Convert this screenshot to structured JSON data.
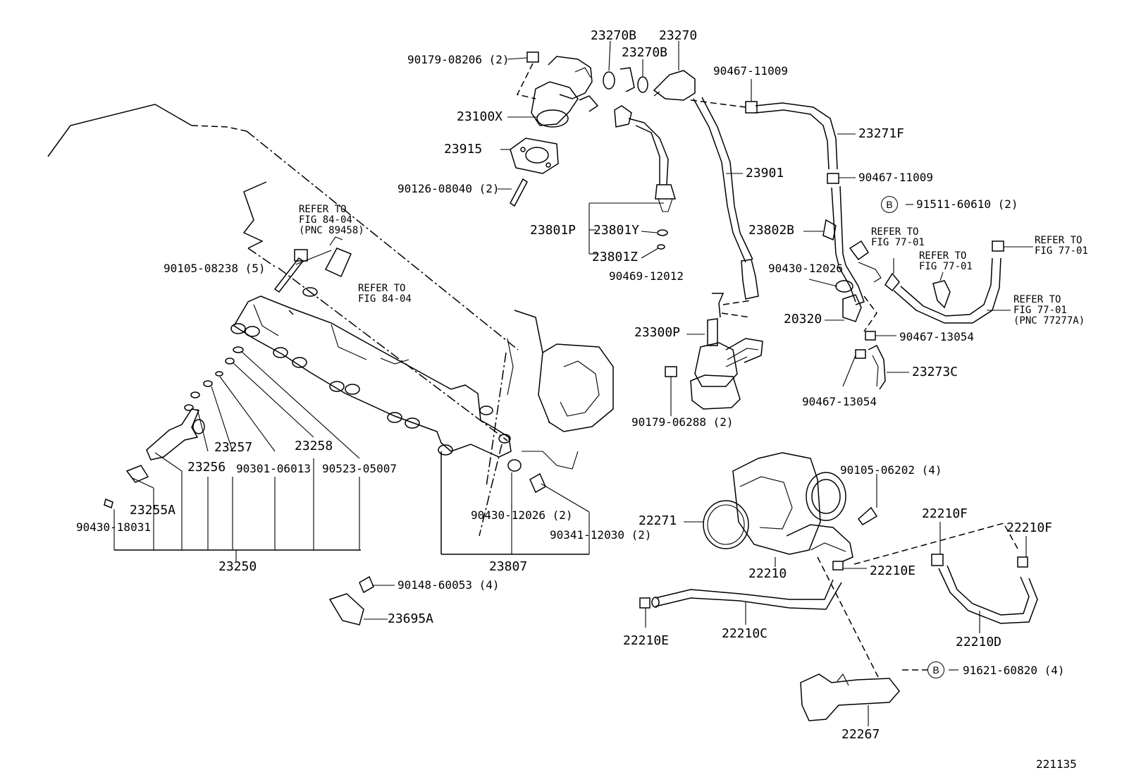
{
  "labels": {
    "l_90179_08206": "90179-08206 (2)",
    "l_23270B_a": "23270B",
    "l_23270": "23270",
    "l_23270B_b": "23270B",
    "l_90467_11009_a": "90467-11009",
    "l_23100X": "23100X",
    "l_23271F": "23271F",
    "l_23915": "23915",
    "l_23901": "23901",
    "l_90467_11009_b": "90467-11009",
    "l_90126_08040": "90126-08040 (2)",
    "l_91511_60610": "91511-60610 (2)",
    "l_refer_84_04_a": "REFER TO\nFIG 84-04\n(PNC 89458)",
    "l_23801P": "23801P",
    "l_23801Y": "23801Y",
    "l_23802B": "23802B",
    "l_refer_77_01_a": "REFER TO\nFIG 77-01",
    "l_refer_77_01_right": "REFER TO\nFIG 77-01",
    "l_90105_08238": "90105-08238 (5)",
    "l_23801Z": "23801Z",
    "l_refer_77_01_b": "REFER TO\nFIG 77-01",
    "l_90469_12012": "90469-12012",
    "l_90430_12026_a": "90430-12026",
    "l_refer_84_04_b": "REFER TO\nFIG 84-04",
    "l_refer_77_01_pnc": "REFER TO\nFIG 77-01\n(PNC 77277A)",
    "l_20320": "20320",
    "l_23300P": "23300P",
    "l_90467_13054_a": "90467-13054",
    "l_23273C": "23273C",
    "l_90467_13054_b": "90467-13054",
    "l_90179_06288": "90179-06288 (2)",
    "l_23257": "23257",
    "l_23258": "23258",
    "l_23256": "23256",
    "l_90301_06013": "90301-06013",
    "l_90523_05007": "90523-05007",
    "l_90105_06202": "90105-06202 (4)",
    "l_23255A": "23255A",
    "l_90430_18031": "90430-18031",
    "l_90430_12026_b": "90430-12026 (2)",
    "l_22271": "22271",
    "l_22210F_a": "22210F",
    "l_22210F_b": "22210F",
    "l_90341_12030": "90341-12030 (2)",
    "l_23250": "23250",
    "l_23807": "23807",
    "l_22210": "22210",
    "l_22210E_a": "22210E",
    "l_90148_60053": "90148-60053 (4)",
    "l_23695A": "23695A",
    "l_22210C": "22210C",
    "l_22210D": "22210D",
    "l_22210E_b": "22210E",
    "l_91621_60820": "91621-60820 (4)",
    "l_22267": "22267",
    "l_221135": "221135"
  },
  "callouts": {
    "b1": "B",
    "b2": "B"
  }
}
